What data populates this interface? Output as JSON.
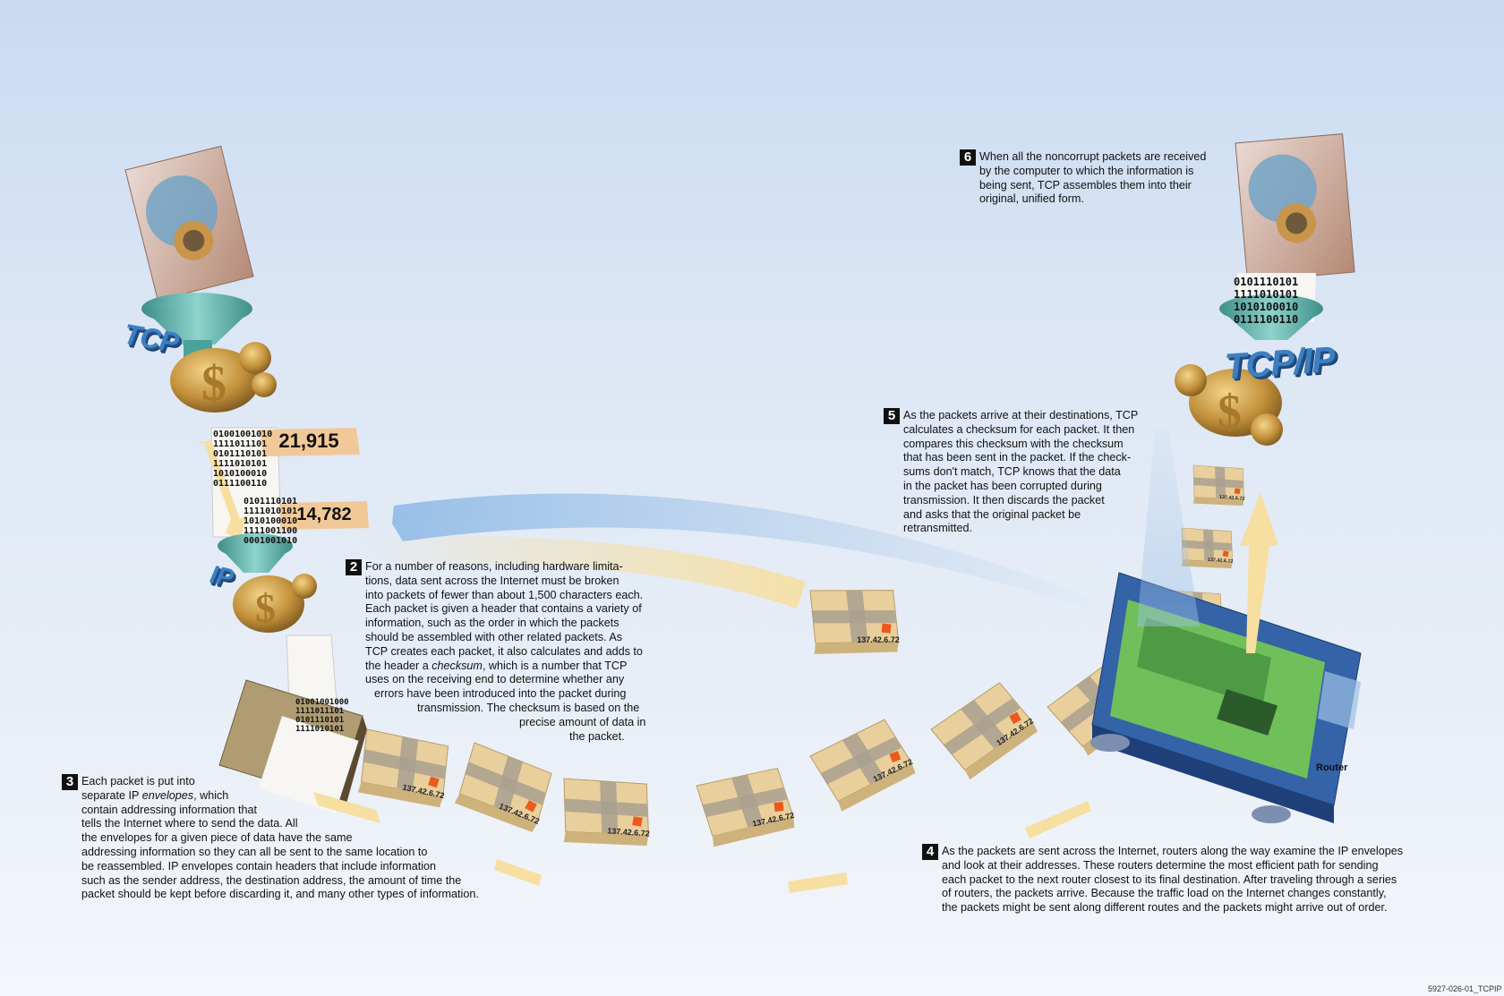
{
  "labels": {
    "tcp": "TCP",
    "ip": "IP",
    "tcpip": "TCP/IP",
    "router": "Router",
    "count_1": "21,915",
    "count_2": "14,782",
    "packet_address": "137.42.6.72",
    "footer": "5927-026-01_TCPIP"
  },
  "binary": {
    "block_top": [
      "01001001010",
      "1111011101",
      "0101110101",
      "1111010101",
      "1010100010",
      "0111100110"
    ],
    "block_mid": [
      "0101110101",
      "1111010101",
      "1010100010",
      "1111001100",
      "0001001010"
    ],
    "block_low": [
      "01001001000",
      "1111011101",
      "0101110101",
      "1111010101"
    ],
    "block_right": [
      "0101110101",
      "1111010101",
      "1010100010",
      "0111100110"
    ]
  },
  "steps": [
    {
      "number": "2",
      "lines": [
        "For a number of reasons, including hardware limita-",
        "tions, data sent across the Internet must be broken",
        "into packets of fewer than about 1,500 characters each.",
        "Each packet is given a header that contains a variety of",
        "information, such as the order in which the packets",
        "should be assembled with other related packets. As",
        "TCP creates each packet, it also calculates and adds to",
        "the header a checksum, which is a number that TCP",
        "uses on the receiving end to determine whether any",
        "errors have been introduced into the packet during",
        "transmission. The checksum is based on the",
        "precise amount of data in",
        "the packet."
      ]
    },
    {
      "number": "3",
      "lines": [
        "Each packet is put into",
        "separate IP envelopes, which",
        "contain addressing information that",
        "tells the Internet where to send the data. All",
        "the envelopes for a given piece of data have the same",
        "addressing information so they can all be sent to the same location to",
        "be reassembled. IP envelopes contain headers that include information",
        "such as the sender address, the destination address, the amount of time the",
        "packet should be kept before discarding it, and many other types of information."
      ]
    },
    {
      "number": "4",
      "lines": [
        "As the packets are sent across the Internet, routers along the way examine the IP envelopes",
        "and look at their addresses. These routers determine the most efficient path for sending",
        "each packet to the next router closest to its final destination. After traveling through a series",
        "of routers, the packets arrive. Because the traffic load on the Internet changes constantly,",
        "the packets might be sent along different routes and the packets might arrive out of order."
      ]
    },
    {
      "number": "5",
      "lines": [
        "As the packets arrive at their destinations, TCP",
        "calculates a checksum for each packet. It then",
        "compares this checksum with the checksum",
        "that has been sent in the packet. If the check-",
        "sums don't match, TCP knows that the data",
        "in the packet has been corrupted during",
        "transmission. It then discards the packet",
        "and asks that the original packet be",
        "retransmitted."
      ]
    },
    {
      "number": "6",
      "lines": [
        "When all the noncorrupt packets are received",
        "by the computer to which the information is",
        "being sent, TCP assembles them into their",
        "original, unified form."
      ]
    }
  ],
  "colors": {
    "packet": "#e8cf9c",
    "packet_shade": "#cdb27c",
    "tape": "#a9a091",
    "stamp": "#ec5a1d",
    "arrow_yellow": "#f6dfa0",
    "arrow_blue": "#9cc0e6",
    "funnel": "#5fb3ad",
    "gold": "#c89a44",
    "router_blue": "#3463a8",
    "board_green": "#6fbf5a",
    "label_tag": "#f1c999"
  }
}
